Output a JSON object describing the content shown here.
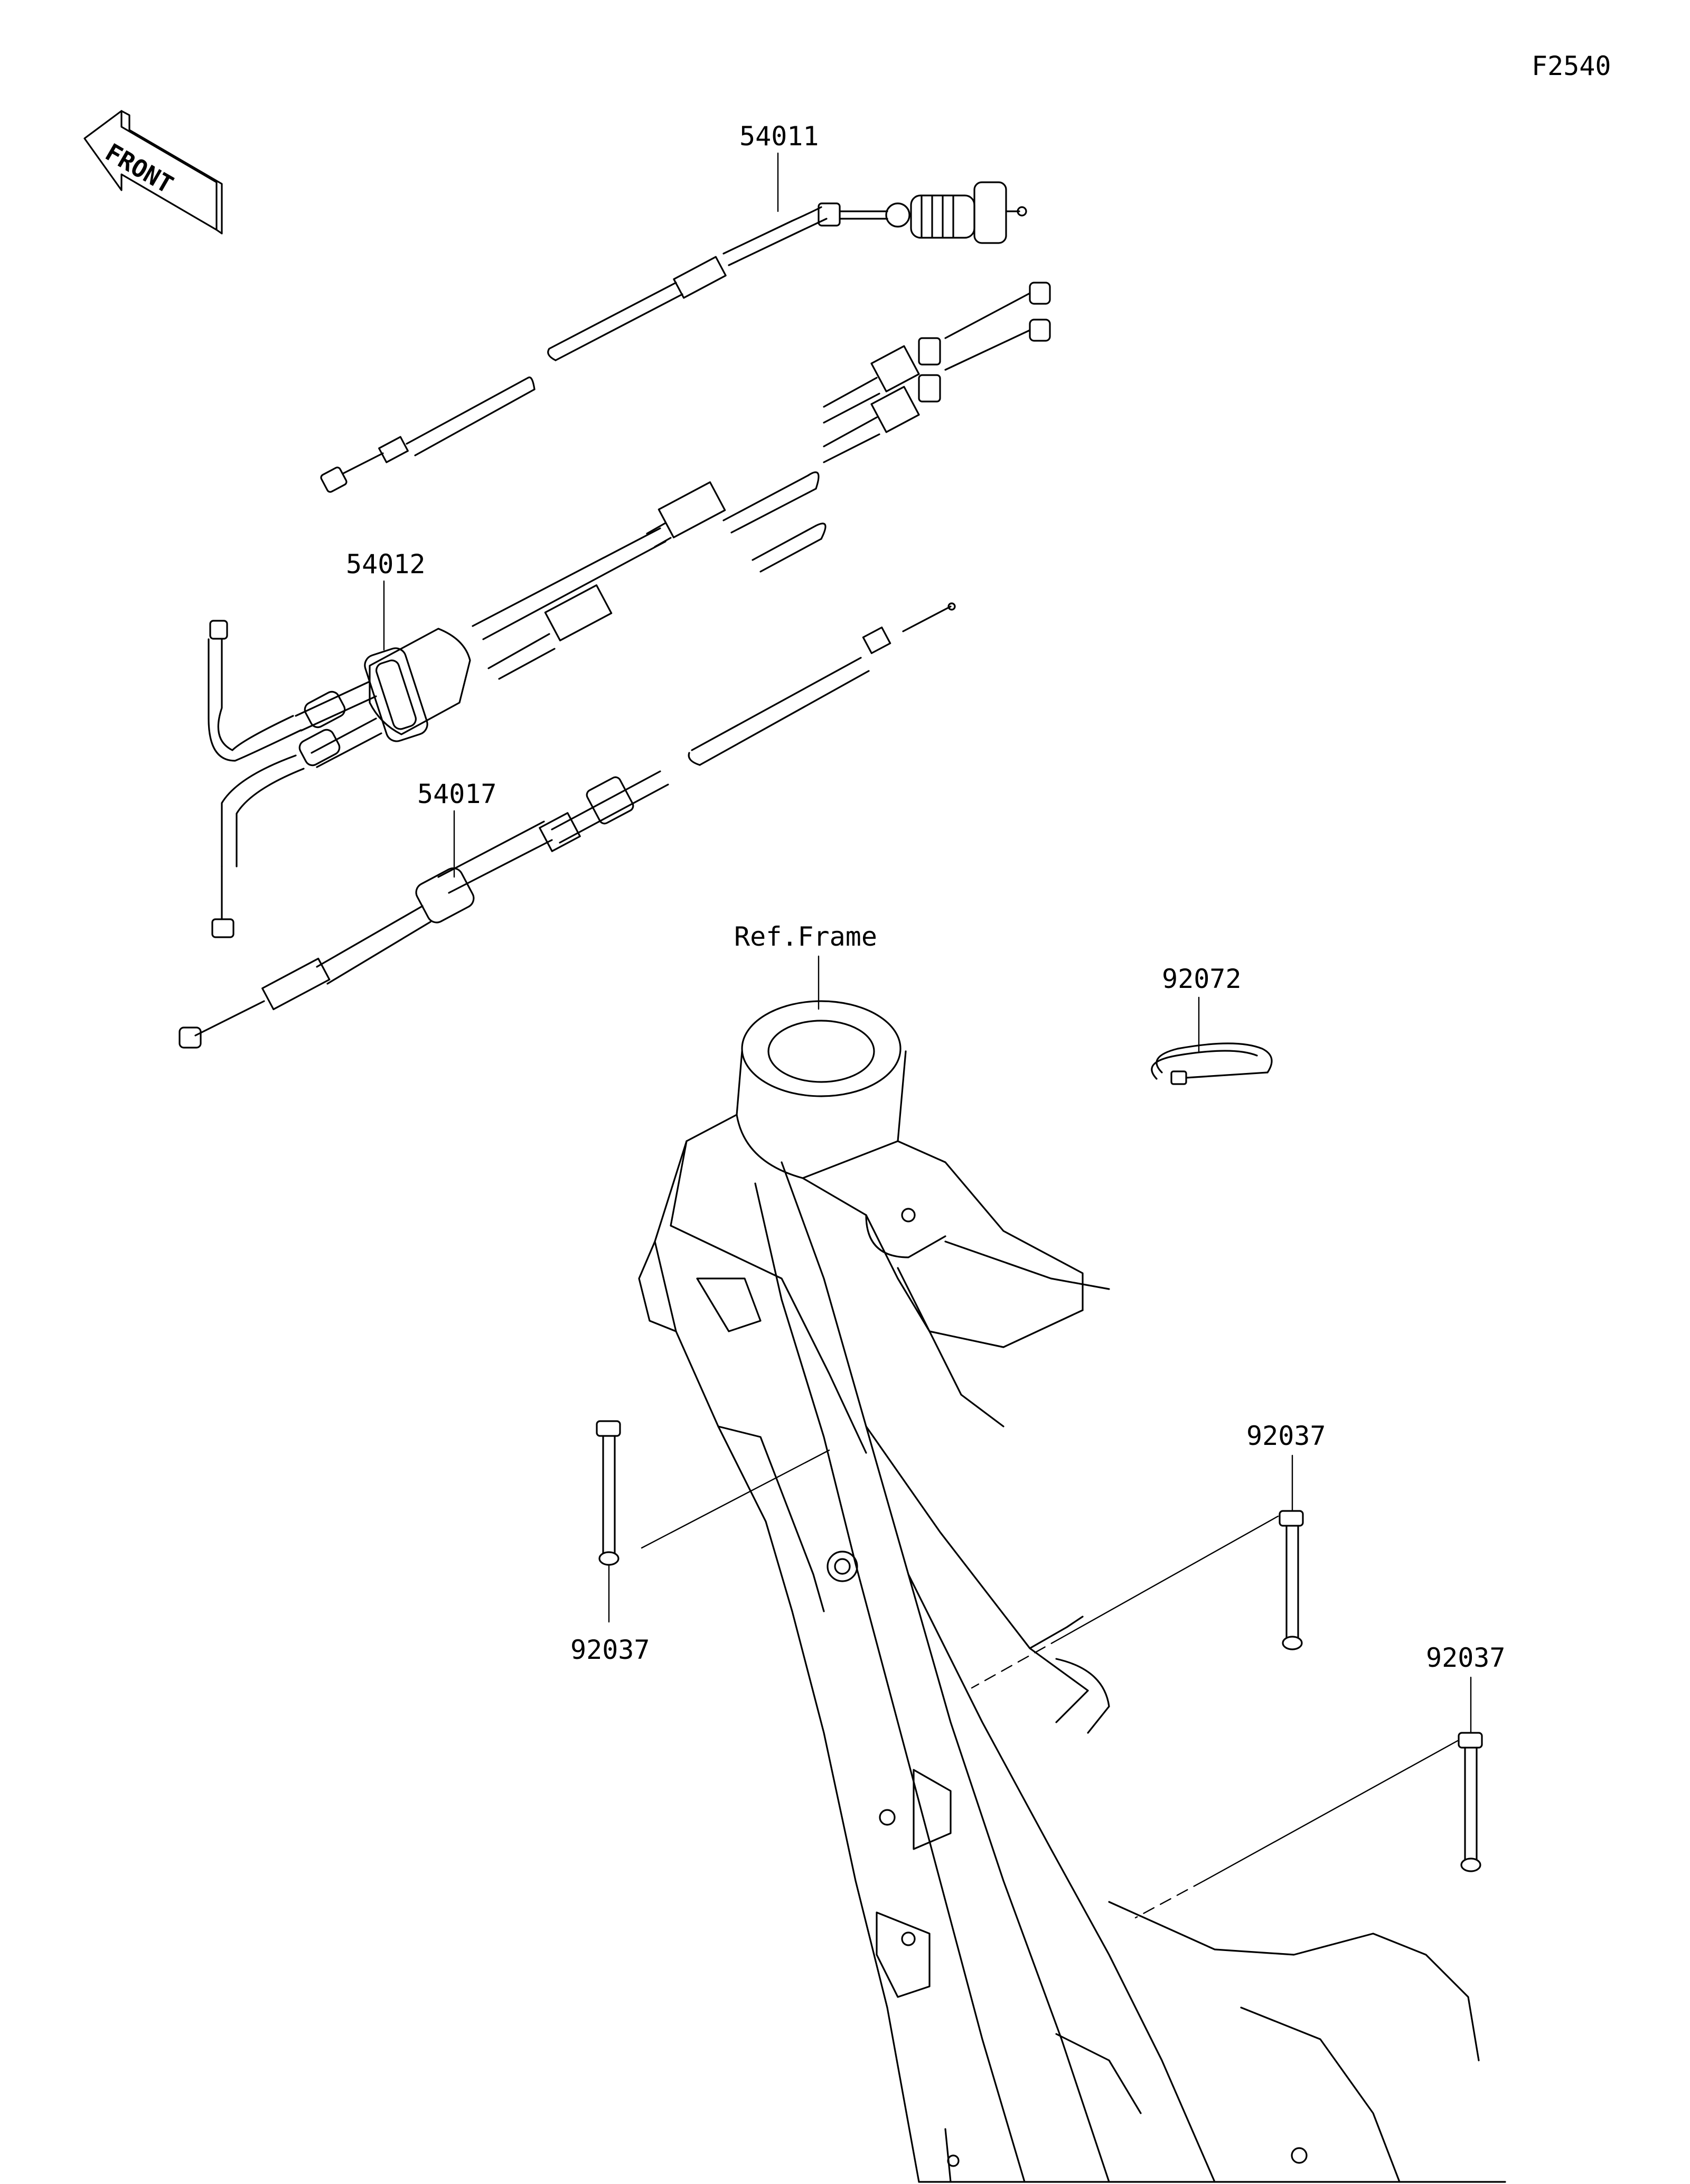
{
  "diagram_code": "F2540",
  "front_arrow": {
    "text": "FRONT"
  },
  "parts": [
    {
      "id": "accel-cable",
      "number": "54011"
    },
    {
      "id": "throttle-cables",
      "number": "54012"
    },
    {
      "id": "clutch-cable",
      "number": "54017"
    },
    {
      "id": "band-clamp",
      "number": "92072"
    },
    {
      "id": "clamp-left",
      "number": "92037"
    },
    {
      "id": "clamp-right-upper",
      "number": "92037"
    },
    {
      "id": "clamp-right-lower",
      "number": "92037"
    }
  ],
  "reference": {
    "frame_label": "Ref.Frame"
  },
  "icons": [
    "front-arrow-icon"
  ]
}
